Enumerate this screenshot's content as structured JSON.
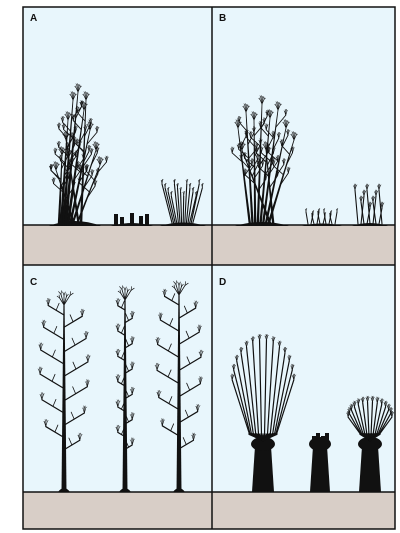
{
  "panels": [
    {
      "id": "A",
      "label": "A"
    },
    {
      "id": "B",
      "label": "B"
    },
    {
      "id": "C",
      "label": "C"
    },
    {
      "id": "D",
      "label": "D"
    }
  ],
  "colors": {
    "sky": "#e8f6fc",
    "ground": "#d8cec7",
    "border": "#111111",
    "tree": "#111111"
  }
}
